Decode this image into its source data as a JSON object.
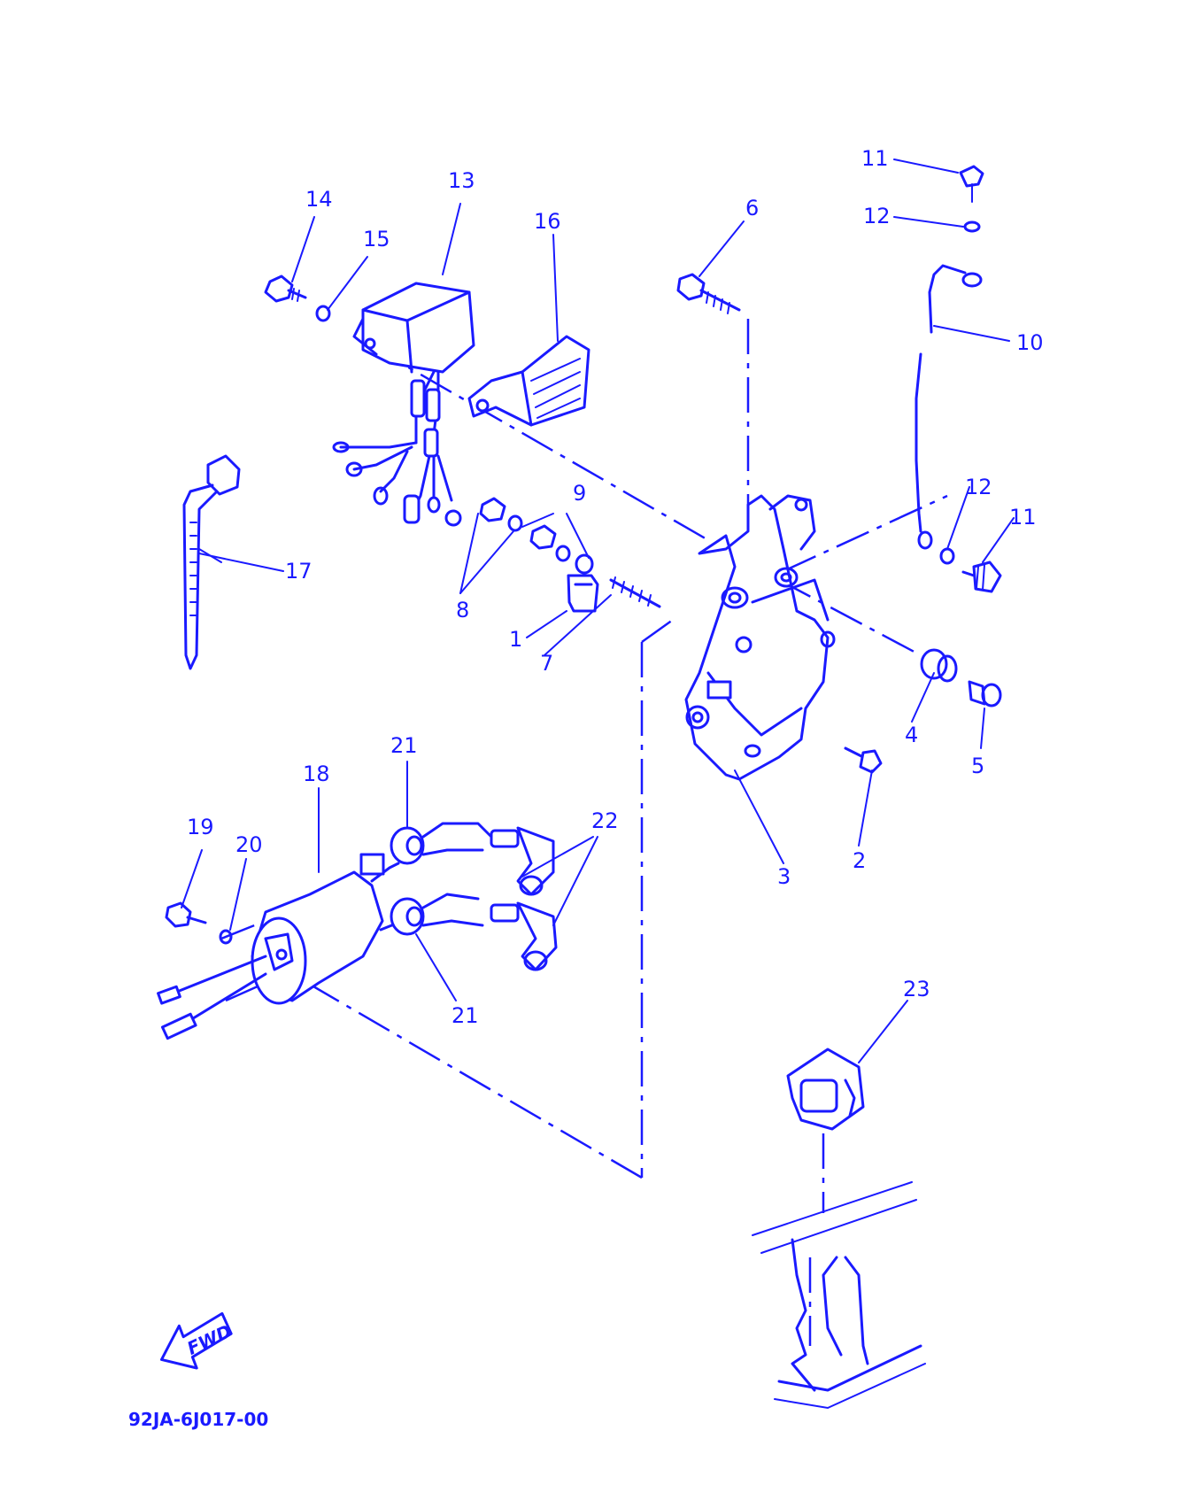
{
  "diagram": {
    "part_numbers": {
      "p1": "1",
      "p2": "2",
      "p3": "3",
      "p4": "4",
      "p5": "5",
      "p6": "6",
      "p7": "7",
      "p8": "8",
      "p9": "9",
      "p10": "10",
      "p11a": "11",
      "p11b": "11",
      "p12a": "12",
      "p12b": "12",
      "p13": "13",
      "p14": "14",
      "p15": "15",
      "p16": "16",
      "p17": "17",
      "p18": "18",
      "p19": "19",
      "p20": "20",
      "p21a": "21",
      "p21b": "21",
      "p22": "22",
      "p23": "23"
    },
    "fwd_label": "FWD",
    "drawing_code": "92JA-6J017-00",
    "colors": {
      "ink": "#1a1aff",
      "background": "#ffffff"
    }
  }
}
